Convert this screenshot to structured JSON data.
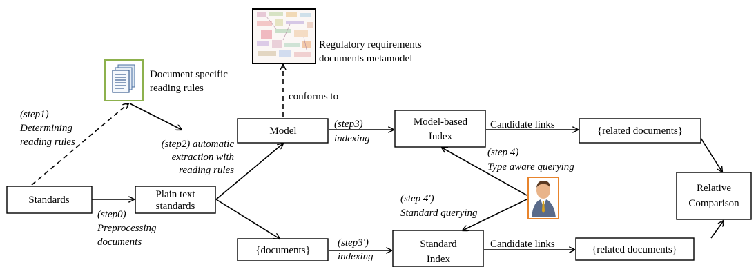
{
  "nodes": {
    "standards": "Standards",
    "plain_text_line1": "Plain text",
    "plain_text_line2": "standards",
    "model": "Model",
    "documents": "{documents}",
    "model_index_line1": "Model-based",
    "model_index_line2": "Index",
    "standard_index_line1": "Standard",
    "standard_index_line2": "Index",
    "related_top": "{related documents}",
    "related_bottom": "{related documents}",
    "relative_line1": "Relative",
    "relative_line2": "Comparison"
  },
  "annotations": {
    "metamodel_line1": "Regulatory requirements",
    "metamodel_line2": "documents metamodel",
    "reading_rules_line1": "Document specific",
    "reading_rules_line2": "reading rules",
    "conforms_to": "conforms to",
    "step1_line1": "(step1)",
    "step1_line2": "Determining",
    "step1_line3": "reading rules",
    "step2_line1": "(step2) automatic",
    "step2_line2": "extraction with",
    "step2_line3": "reading rules",
    "step0_line1": "(step0)",
    "step0_line2": "Preprocessing",
    "step0_line3": "documents",
    "step3_line1": "(step3)",
    "step3_line2": "indexing",
    "step3p_line1": "(step3')",
    "step3p_line2": "indexing",
    "step4_line1": "(step 4)",
    "step4_line2": "Type aware querying",
    "step4p_line1": "(step 4')",
    "step4p_line2": "Standard querying",
    "candidate_top": "Candidate links",
    "candidate_bottom": "Candidate links"
  },
  "colors": {
    "line": "#000000",
    "doc_icon_border": "#8db14d",
    "user_icon_border": "#e8842c"
  },
  "icons": {
    "metamodel": "metamodel-thumbnail-icon",
    "documents": "document-stack-icon",
    "user": "user-avatar-icon"
  }
}
